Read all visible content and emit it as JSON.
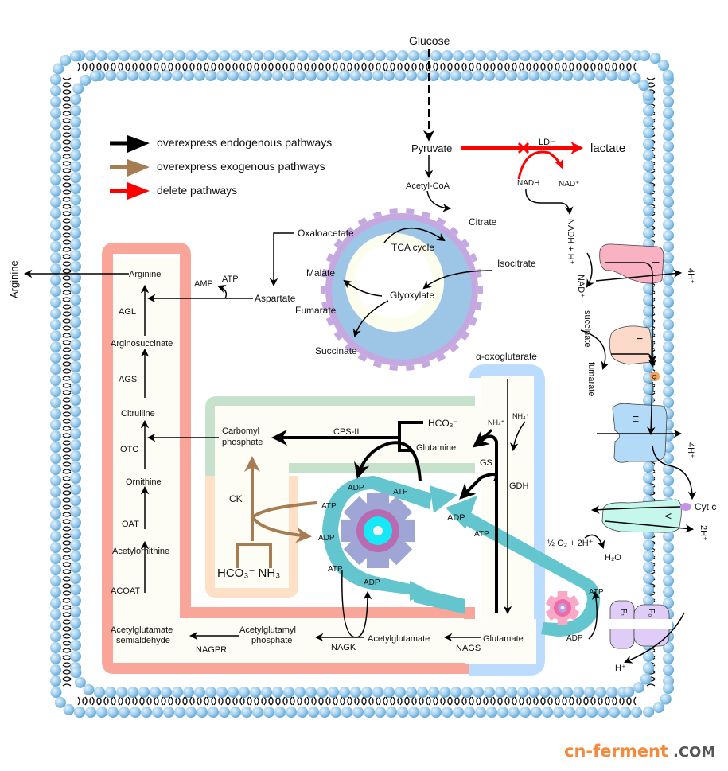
{
  "legend": {
    "items": [
      {
        "label": "overexpress endogenous pathways",
        "color": "#000000"
      },
      {
        "label": "overexpress exogenous pathways",
        "color": "#a67c52"
      },
      {
        "label": "delete pathways",
        "color": "#ff0000"
      }
    ]
  },
  "colors": {
    "membrane_head": "#8cc4e6",
    "urea_cycle_box": "#f9a59a",
    "cps_box": "#c7e2cc",
    "ck_box": "#fde0c5",
    "glutamate_box": "#bcdcff",
    "atp_shuttle": "#63c6cf",
    "tca_outer": "#c5a8e0",
    "tca_mid": "#9dc6e6",
    "tca_inner": "#fdfdee",
    "complex_I": "#f9b2c1",
    "complex_II": "#fcd9c8",
    "complex_III": "#b3dbf7",
    "complex_IV": "#c6f7ec",
    "atp_synthase": "#e0cdf7",
    "ubiquinone": "#f6a15c",
    "cyt_c": "#c693ec"
  },
  "glycolysis": {
    "glucose": "Glucose",
    "pyruvate": "Pyruvate",
    "acetyl_coa": "Acetyl-CoA",
    "ldh": "LDH",
    "lactate": "lactate",
    "nadh": "NADH",
    "nad_plus": "NAD⁺"
  },
  "tca": {
    "title": "TCA cycle",
    "citrate": "Citrate",
    "isocitrate": "Isocitrate",
    "glyoxylate": "Glyoxylate",
    "malate": "Malate",
    "fumarate": "Fumarate",
    "succinate": "Succinate",
    "oxaloacetate": "Oxaloacetate",
    "alpha_kg": "α-oxoglutarate"
  },
  "urea_cycle": {
    "arginine_export": "Arginine",
    "arginine": "Arginine",
    "agl": "AGL",
    "arginosuccinate": "Arginosuccinate",
    "ags": "AGS",
    "citrulline": "Citrulline",
    "otc": "OTC",
    "ornithine": "Ornithine",
    "oat": "OAT",
    "acetylornithine": "Acetylornithine",
    "acoat": "ACOAT",
    "acetylglutamate_semialdehyde_1": "Acetylglutamate",
    "acetylglutamate_semialdehyde_2": "semialdehyde",
    "nagpr": "NAGPR",
    "acetylglutamyl_phosphate_1": "Acetylglutamyl",
    "acetylglutamyl_phosphate_2": "phosphate",
    "nagk": "NAGK",
    "acetylglutamate": "Acetylglutamate",
    "nags": "NAGS",
    "glutamate": "Glutamate",
    "aspartate": "Aspartate",
    "amp": "AMP",
    "atp": "ATP"
  },
  "carbamoyl": {
    "carbomyl_1": "Carbomyl",
    "carbomyl_2": "phosphate",
    "cps": "CPS-II",
    "hco3": "HCO₃⁻",
    "glutamine": "Glutamine",
    "gs": "GS",
    "gdh": "GDH",
    "nh4_a": "NH₄⁺",
    "nh4_b": "NH₄⁺",
    "ck": "CK",
    "hco3_nh3": "HCO₃⁻ NH₃"
  },
  "energy": {
    "atp": "ATP",
    "adp": "ADP"
  },
  "etc": {
    "nadh_h": "NADH + H⁺",
    "nad_plus": "NAD⁺",
    "succinate": "succinate",
    "fumarate": "fumarate",
    "complex_I": "I",
    "complex_II": "II",
    "complex_III": "III",
    "complex_IV": "IV",
    "q": "Q",
    "cyt_c": "Cyt c",
    "h4_a": "4H⁺",
    "h4_b": "4H⁺",
    "h2": "2H⁺",
    "o2": "½ O₂ + 2H⁺",
    "h2o": "H₂O",
    "f1": "F₁",
    "fo": "F₀",
    "h_plus": "H⁺"
  },
  "watermark": {
    "main": "cn-ferment",
    "suffix": ".COM"
  }
}
